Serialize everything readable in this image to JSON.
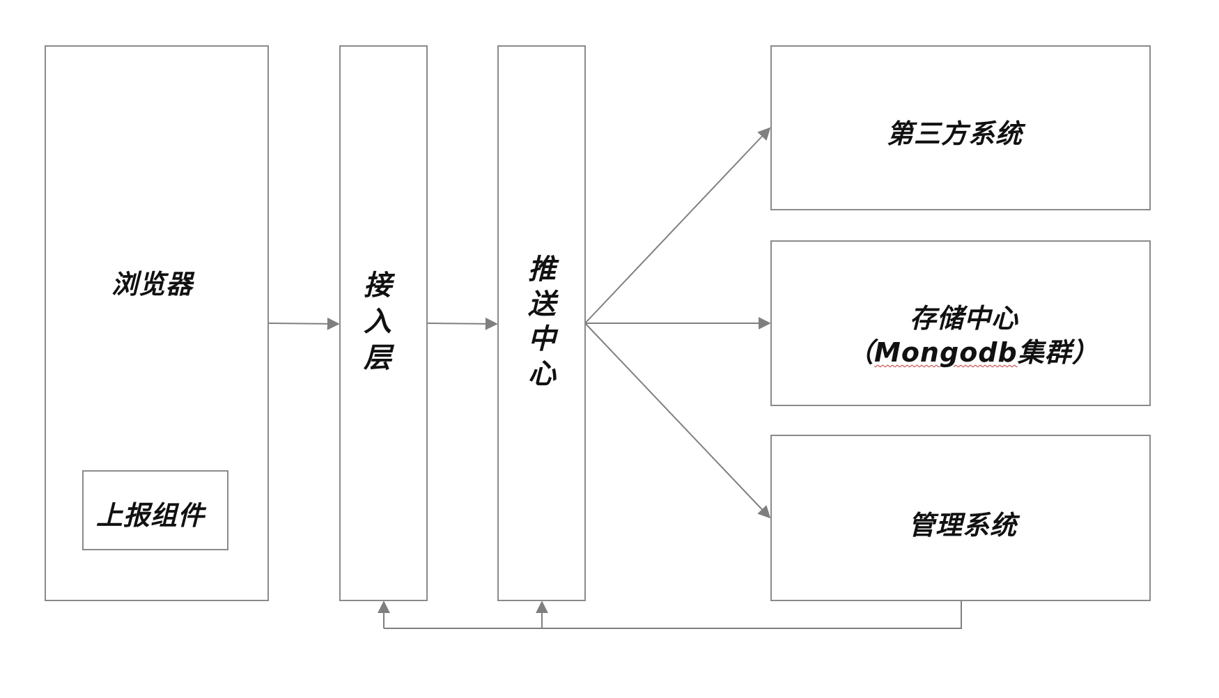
{
  "nodes": {
    "browser": {
      "label": "浏览器"
    },
    "report_component": {
      "label": "上报组件"
    },
    "access_layer": {
      "label": "接入层"
    },
    "push_center": {
      "label": "推送中心"
    },
    "third_party": {
      "label": "第三方系统"
    },
    "storage_center": {
      "label_line1": "存储中心",
      "label_line2_prefix": "（",
      "label_line2_word": "Mongodb",
      "label_line2_suffix": "集群）"
    },
    "management": {
      "label": "管理系统"
    }
  },
  "edges": [
    {
      "from": "browser",
      "to": "access_layer"
    },
    {
      "from": "access_layer",
      "to": "push_center"
    },
    {
      "from": "push_center",
      "to": "third_party"
    },
    {
      "from": "push_center",
      "to": "storage_center"
    },
    {
      "from": "push_center",
      "to": "management"
    },
    {
      "from": "management",
      "to": "access_layer"
    },
    {
      "from": "management",
      "to": "push_center"
    }
  ],
  "colors": {
    "border": "#8a8a8a",
    "arrow": "#7f7f7f",
    "text": "#111111",
    "spellcheck": "#d03030"
  }
}
